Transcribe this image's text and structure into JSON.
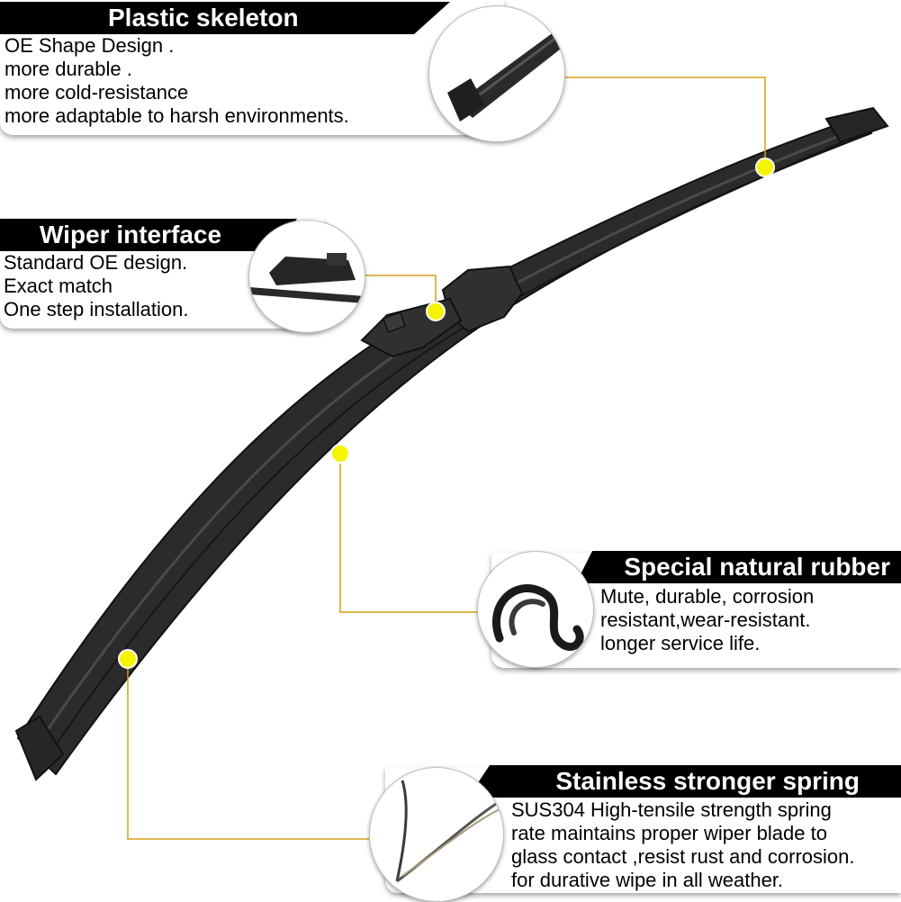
{
  "palette": {
    "leader_line": "#d4a017",
    "callout_dot": "#f5f500",
    "blade": "#2b2b2b",
    "title_bar": "#000000"
  },
  "callouts": {
    "plastic_skeleton": {
      "title": "Plastic skeleton",
      "lines": [
        "OE Shape Design .",
        "more durable .",
        "more cold-resistance",
        "more adaptable to harsh environments."
      ]
    },
    "wiper_interface": {
      "title": "Wiper interface",
      "lines": [
        "Standard OE design.",
        "Exact match",
        "One step installation."
      ]
    },
    "natural_rubber": {
      "title": "Special natural rubber",
      "lines": [
        "Mute, durable, corrosion",
        "resistant,wear-resistant.",
        "longer service life."
      ]
    },
    "stainless_spring": {
      "title": "Stainless stronger spring",
      "lines": [
        "SUS304 High-tensile strength spring",
        "rate maintains proper wiper blade to",
        "glass contact ,resist rust and corrosion.",
        "for durative wipe in all weather."
      ]
    }
  },
  "icons": {
    "blade": "wiper-blade-icon",
    "skeleton_closeup": "blade-end-cap-icon",
    "interface_closeup": "wiper-connector-icon",
    "rubber_closeup": "rubber-strip-icon",
    "spring_closeup": "steel-spring-icon"
  }
}
